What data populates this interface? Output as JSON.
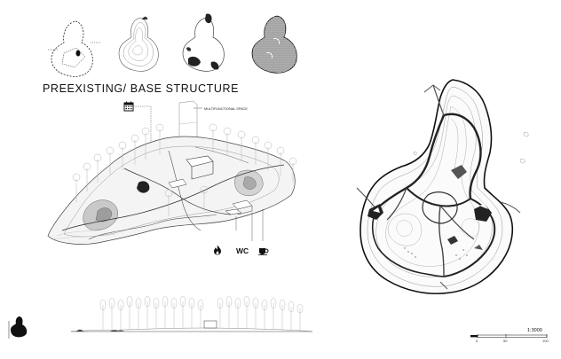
{
  "heading": "PREEXISTING/ BASE STRUCTURE",
  "annotation": "MULTIFUNCTIONAL SPACE",
  "wc_label": "WC",
  "scale": {
    "ratio": "1:3000",
    "ticks": [
      "0",
      "50",
      "100"
    ]
  },
  "colors": {
    "ink": "#111111",
    "line": "#333333",
    "light_line": "#9a9a9a",
    "fill_dark": "#444444",
    "fill_grey": "#bdbdbd"
  },
  "icons": [
    "calendar-icon",
    "fire-icon",
    "coffee-cup-icon"
  ]
}
